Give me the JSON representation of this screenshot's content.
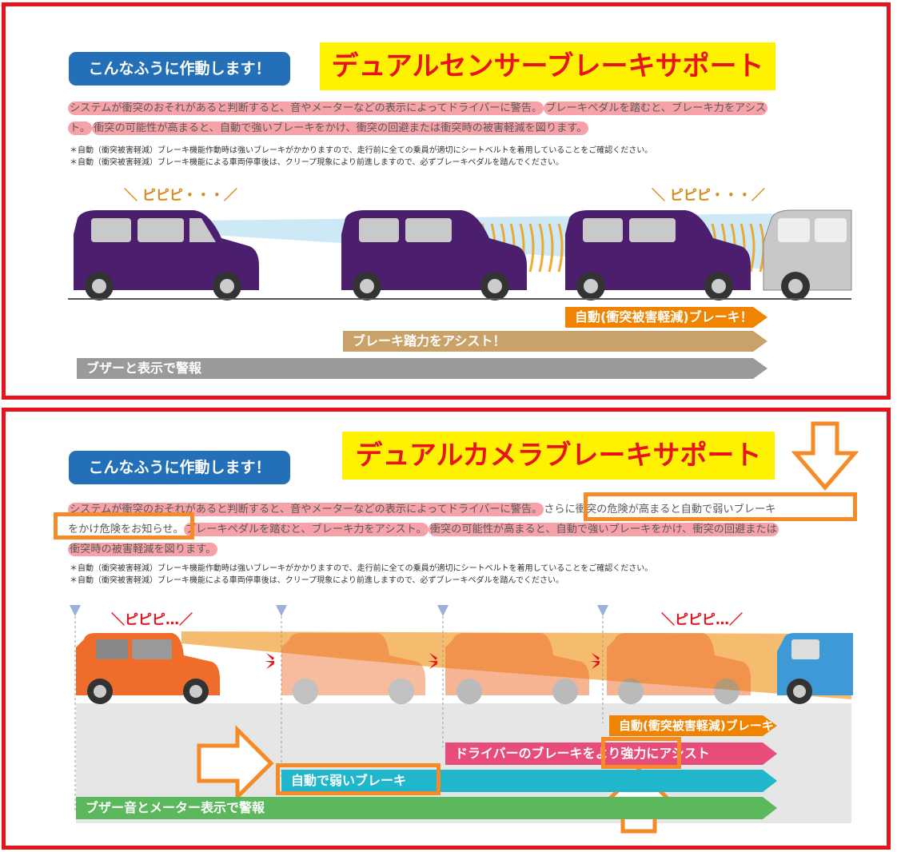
{
  "panel1": {
    "badge": "こんなふうに作動します！",
    "title": "デュアルセンサーブレーキサポート",
    "desc": {
      "h1": "システムが衝突のおそれがあると判断すると、音やメーターなどの表示によってドライバーに警告。",
      "h2a": "ブレーキペダルを踏むと、ブレーキ力をアシス",
      "h2b": "ト。",
      "h3": "衝突の可能性が高まると、自動で強いブレーキをかけ、衝突の回避または衝突時の被害軽減を図ります。"
    },
    "notes": [
      "＊自動（衝突被害軽減）ブレーキ機能作動時は強いブレーキがかかりますので、走行前に全ての乗員が適切にシートベルトを着用していることをご確認ください。",
      "＊自動（衝突被害軽減）ブレーキ機能による車両停車後は、クリープ現象により前進しますので、必ずブレーキペダルを踏んでください。"
    ],
    "beep_left": "＼ ピピピ・・・／",
    "beep_right": "＼ ピピピ・・・／",
    "arrows": {
      "auto": "自動(衝突被害軽減)ブレーキ！",
      "assist": "ブレーキ踏力をアシスト！",
      "warn": "ブザーと表示で警報"
    }
  },
  "panel2": {
    "badge": "こんなふうに作動します！",
    "title": "デュアルカメラブレーキサポート",
    "desc": {
      "h1": "システムが衝突のおそれがあると判断すると、音やメーターなどの表示によってドライバーに警告。",
      "box1a": "さらに衝突の危険が高まると自動で弱いブレーキ",
      "box1b": "をかけ危険をお知らせ。",
      "h2": "ブレーキペダルを踏むと、ブレーキ力をアシスト。",
      "h3a": "衝突の可能性が高まると、自動で強いブレーキをかけ、衝突の回避または",
      "h3b": "衝突時の被害軽減を図ります。"
    },
    "notes": [
      "＊自動（衝突被害軽減）ブレーキ機能作動時は強いブレーキがかかりますので、走行前に全ての乗員が適切にシートベルトを着用していることをご確認ください。",
      "＊自動（衝突被害軽減）ブレーキ機能による車両停車後は、クリープ現象により前進しますので、必ずブレーキペダルを踏んでください。"
    ],
    "beep_left": "＼ピピピ…／",
    "beep_right": "＼ピピピ…／",
    "arrows": {
      "auto": "自動(衝突被害軽減)ブレーキ",
      "assist": "ドライバーのブレーキをより強力にアシスト",
      "weak": "自動で弱いブレーキ",
      "warn": "ブザー音とメーター表示で警報"
    }
  },
  "colors": {
    "frame": "#e8141d",
    "badge": "#2470b8",
    "title_bg": "#fff200",
    "title_text": "#e8141d",
    "highlight": "#f6a2a8",
    "annotation": "#f68a26",
    "purple_car": "#4b1e6e",
    "gray_car": "#c8c8c8",
    "orange_car": "#ef6c2a",
    "blue_car": "#3d9ad6",
    "arrow_auto": "#f08300",
    "arrow_assist1": "#c9a26a",
    "arrow_warn1": "#9a9a9a",
    "arrow_assist2": "#e84d7a",
    "arrow_weak": "#20b7cc",
    "arrow_warn2": "#5cb85c"
  }
}
